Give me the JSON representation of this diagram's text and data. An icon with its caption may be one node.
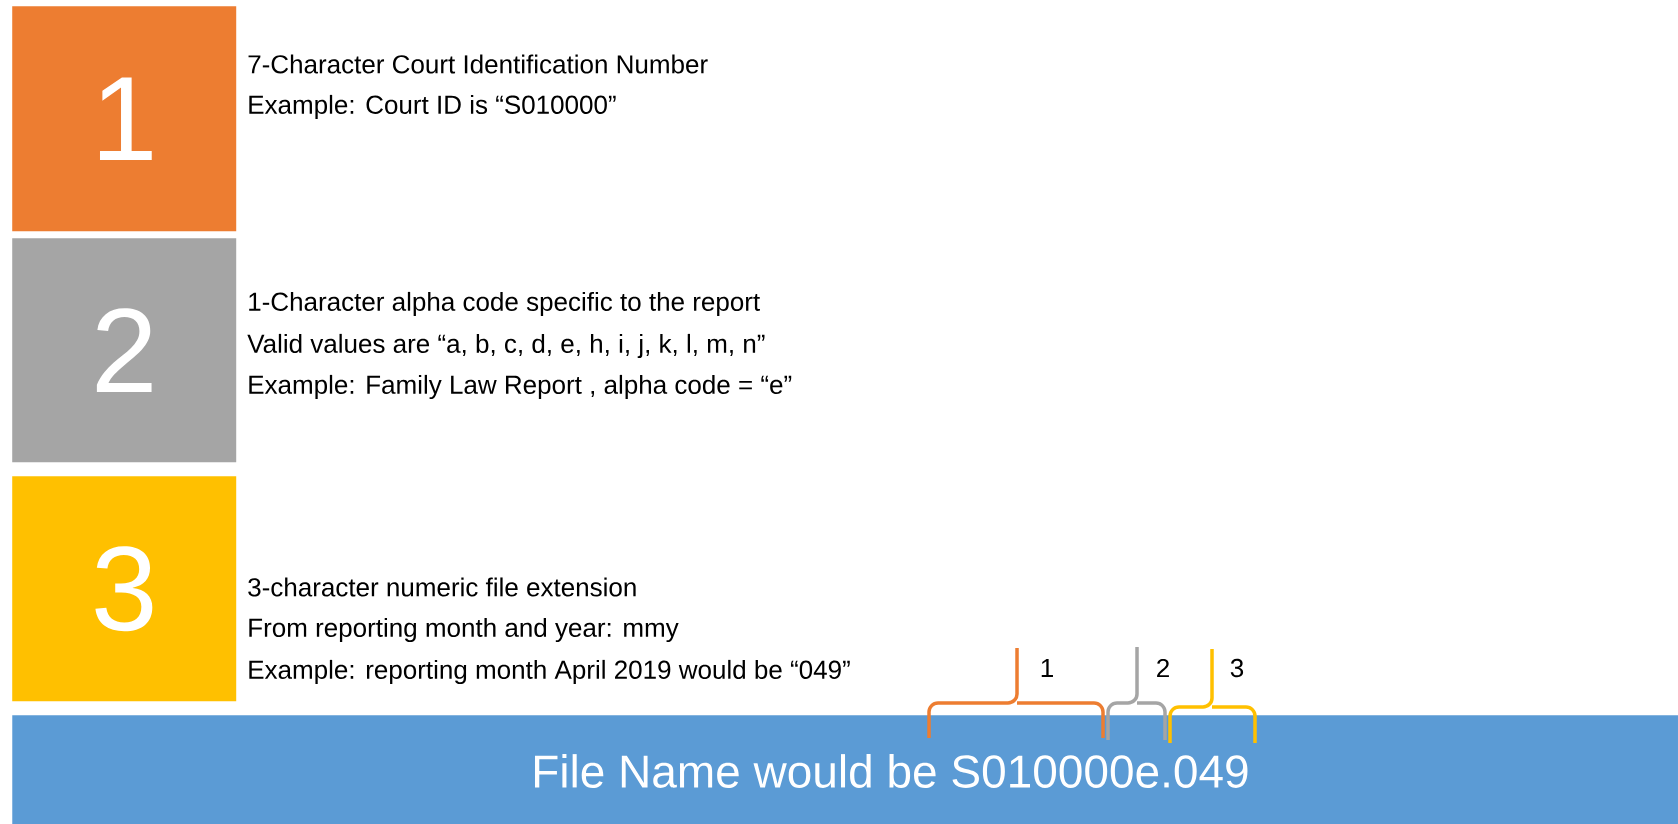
{
  "diagram": {
    "nodes": [
      {
        "text": [
          "1"
        ],
        "beside": [
          "7-Character Court Identification Number",
          "Example: Court ID is “S010000”"
        ]
      },
      {
        "text": [
          "2"
        ],
        "beside": [
          "1-Character alpha code specific to the report",
          "Valid values are “a, b, c, d, e, h, i, j, k, l, m, n”",
          "Example: Family Law Report , alpha code = “e”"
        ]
      },
      {
        "text": [
          "3"
        ],
        "beside": [
          "3-character numeric file extension",
          "From reporting month and year: mmy",
          "Example: reporting month April 2019 would be “049”"
        ]
      },
      {
        "text": [
          "File Name would be S010000e.049"
        ]
      }
    ],
    "labels": [
      "1",
      "2",
      "3"
    ]
  }
}
